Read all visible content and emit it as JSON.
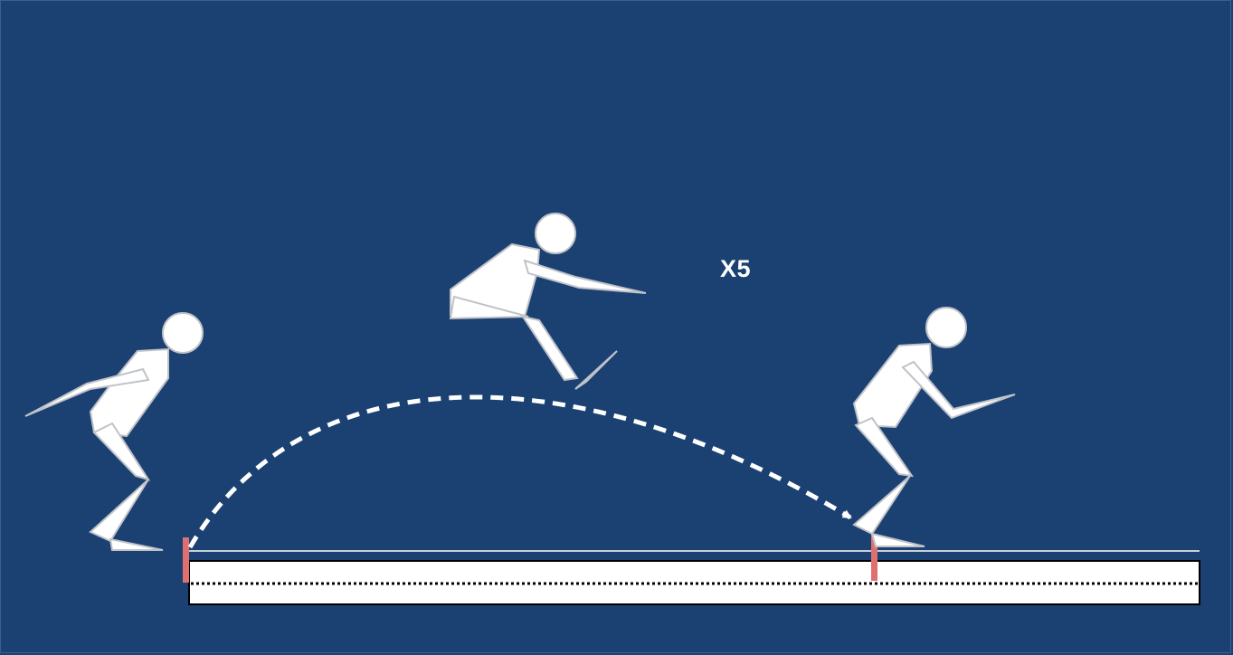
{
  "diagram": {
    "repetition_label": "X5",
    "colors": {
      "background": "#1b4173",
      "figure_fill": "#ffffff",
      "figure_stroke": "#bfc3c8",
      "marker": "#e07070",
      "trajectory": "#ffffff",
      "mat_fill": "#ffffff",
      "mat_border": "#000000"
    },
    "figures": [
      {
        "name": "start-crouch-figure",
        "phase": "takeoff"
      },
      {
        "name": "flight-figure",
        "phase": "flight"
      },
      {
        "name": "landing-figure",
        "phase": "landing"
      }
    ],
    "markers": [
      "takeoff-marker",
      "landing-marker"
    ],
    "trajectory": "dashed-arc-arrow"
  }
}
